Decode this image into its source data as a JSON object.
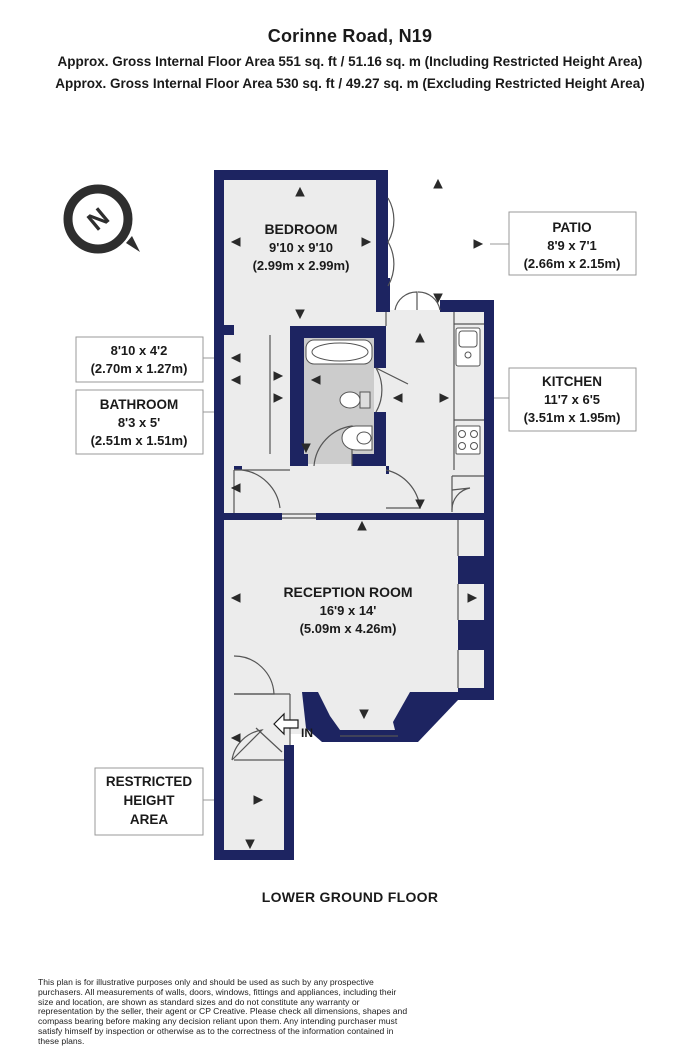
{
  "header": {
    "title": "Corinne Road, N19",
    "area_including": "Approx. Gross Internal Floor Area 551 sq. ft / 51.16 sq. m (Including Restricted Height Area)",
    "area_excluding": "Approx. Gross Internal Floor Area 530 sq. ft / 49.27 sq. m (Excluding Restricted Height Area)"
  },
  "rooms": {
    "bedroom": {
      "name": "BEDROOM",
      "imperial": "9'10 x 9'10",
      "metric": "(2.99m x 2.99m)"
    },
    "patio": {
      "name": "PATIO",
      "imperial": "8'9 x 7'1",
      "metric": "(2.66m x 2.15m)"
    },
    "hall": {
      "imperial": "8'10 x 4'2",
      "metric": "(2.70m x 1.27m)"
    },
    "bathroom": {
      "name": "BATHROOM",
      "imperial": "8'3 x 5'",
      "metric": "(2.51m x 1.51m)"
    },
    "kitchen": {
      "name": "KITCHEN",
      "imperial": "11'7 x 6'5",
      "metric": "(3.51m x 1.95m)"
    },
    "reception": {
      "name": "RECEPTION ROOM",
      "imperial": "16'9 x 14'",
      "metric": "(5.09m x 4.26m)"
    },
    "restricted": {
      "line1": "RESTRICTED",
      "line2": "HEIGHT",
      "line3": "AREA"
    }
  },
  "entrance_label": "IN",
  "compass_letter": "N",
  "floor_name": "LOWER GROUND FLOOR",
  "disclaimer": "This plan is for illustrative purposes only and should be used as such by any prospective purchasers. All measurements of walls, doors, windows, fittings and appliances, including their size and location, are shown as standard sizes and do not constitute any warranty or representation by the seller, their agent or CP Creative. Please check all dimensions, shapes and compass bearing before making any decision reliant upon them. Any intending purchaser must satisfy himself by inspection or otherwise as to the correctness of the information contained in these plans.",
  "colors": {
    "wall": "#1d2461",
    "room_fill": "#ececec",
    "bath_fill": "#cccccc",
    "text": "#1a1a1a"
  }
}
